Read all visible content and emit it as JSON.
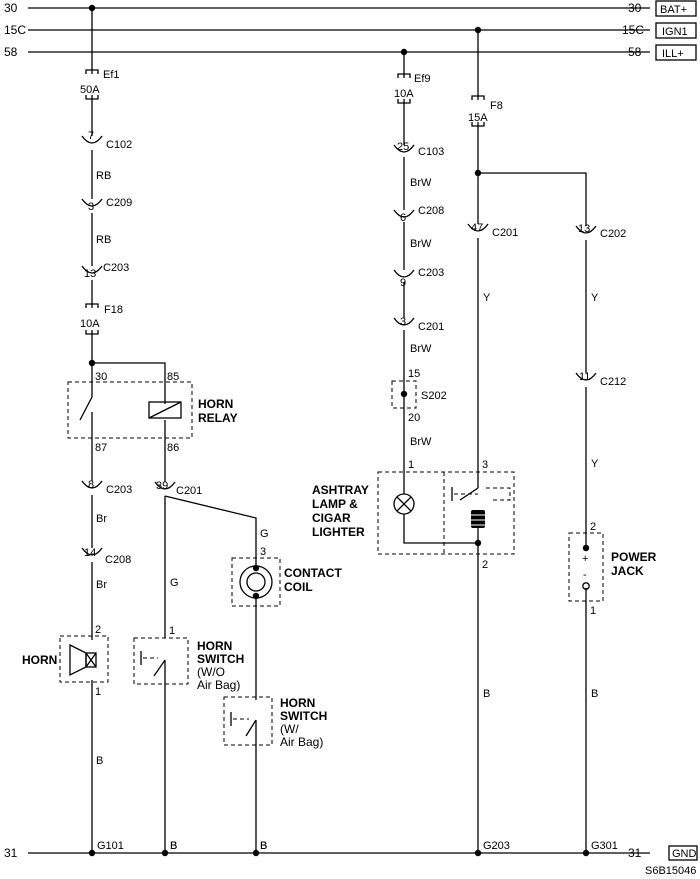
{
  "diagram_id": "S6B15046",
  "buses": [
    {
      "left": "30",
      "right": "30",
      "tag": "BAT+"
    },
    {
      "left": "15C",
      "right": "15C",
      "tag": "IGN1"
    },
    {
      "left": "58",
      "right": "58",
      "tag": "ILL+"
    },
    {
      "left": "31",
      "right": "31",
      "tag": "GND"
    }
  ],
  "fuses": [
    {
      "name": "Ef1",
      "rating": "50A"
    },
    {
      "name": "F18",
      "rating": "10A"
    },
    {
      "name": "Ef9",
      "rating": "10A"
    },
    {
      "name": "F8",
      "rating": "15A"
    }
  ],
  "connectors": [
    {
      "pin": "7",
      "name": "C102"
    },
    {
      "pin": "3",
      "name": "C209"
    },
    {
      "pin": "13",
      "name": "C203"
    },
    {
      "pin": "8",
      "name": "C203"
    },
    {
      "pin": "14",
      "name": "C208"
    },
    {
      "pin": "39",
      "name": "C201"
    },
    {
      "pin": "25",
      "name": "C103"
    },
    {
      "pin": "6",
      "name": "C208"
    },
    {
      "pin": "9",
      "name": "C203"
    },
    {
      "pin": "3",
      "name": "C201"
    },
    {
      "pin": "47",
      "name": "C201"
    },
    {
      "pin": "13",
      "name": "C202"
    },
    {
      "pin": "11",
      "name": "C212"
    }
  ],
  "wire_colors": [
    "RB",
    "RB",
    "Br",
    "Br",
    "G",
    "G",
    "B",
    "B",
    "B",
    "BrW",
    "BrW",
    "BrW",
    "BrW",
    "Y",
    "Y",
    "Y",
    "B",
    "B"
  ],
  "components": {
    "horn_relay": {
      "label_1": "HORN",
      "label_2": "RELAY",
      "pins": [
        "30",
        "85",
        "87",
        "86"
      ]
    },
    "horn": {
      "label": "HORN",
      "pins": [
        "2",
        "1"
      ]
    },
    "horn_switch_no_airbag": {
      "label_1": "HORN",
      "label_2": "SWITCH",
      "label_3": "(W/O",
      "label_4": "Air Bag)",
      "pin": "1"
    },
    "contact_coil": {
      "label_1": "CONTACT",
      "label_2": "COIL",
      "pin": "3"
    },
    "horn_switch_airbag": {
      "label_1": "HORN",
      "label_2": "SWITCH",
      "label_3": "(W/",
      "label_4": "Air Bag)"
    },
    "splice": {
      "name": "S202",
      "pins": [
        "15",
        "20"
      ]
    },
    "ashtray": {
      "label_1": "ASHTRAY",
      "label_2": "LAMP &",
      "label_3": "CIGAR",
      "label_4": "LIGHTER",
      "pins": [
        "1",
        "3",
        "2"
      ]
    },
    "power_jack": {
      "label_1": "POWER",
      "label_2": "JACK",
      "pins": [
        "2",
        "1"
      ],
      "plus": "+",
      "minus": "-"
    }
  },
  "grounds": [
    "G101",
    "B",
    "B",
    "G203",
    "G301"
  ]
}
